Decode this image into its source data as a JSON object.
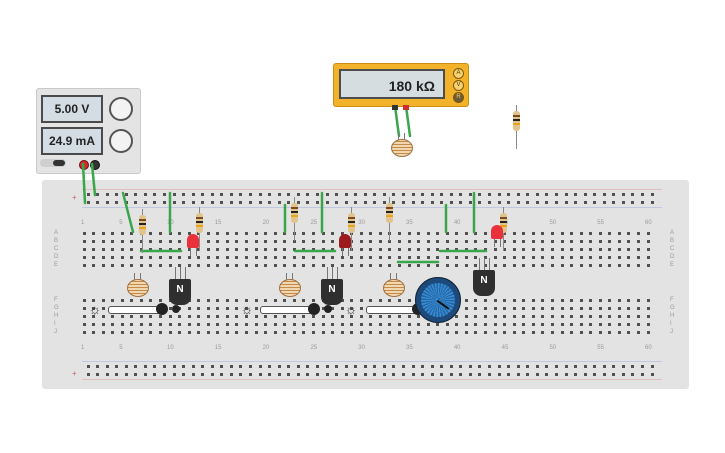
{
  "power_supply": {
    "voltage": "5.00 V",
    "current": "24.9 mA"
  },
  "multimeter": {
    "reading": "180 kΩ",
    "modes": [
      "A",
      "V",
      "R"
    ]
  },
  "breadboard": {
    "columns": [
      "1",
      "5",
      "10",
      "15",
      "20",
      "25",
      "30",
      "35",
      "40",
      "45",
      "50",
      "55",
      "60"
    ],
    "rows_top": [
      "A",
      "B",
      "C",
      "D",
      "E"
    ],
    "rows_bottom": [
      "F",
      "G",
      "H",
      "I",
      "J"
    ]
  },
  "transistor_label": "N",
  "colors": {
    "wire": "#3aa64b",
    "led_red": "#e8313a",
    "led_dark": "#9b1b1f",
    "transistor": "#2f2f2f",
    "pot": "#2c7bbf",
    "meter": "#f2b32a"
  }
}
